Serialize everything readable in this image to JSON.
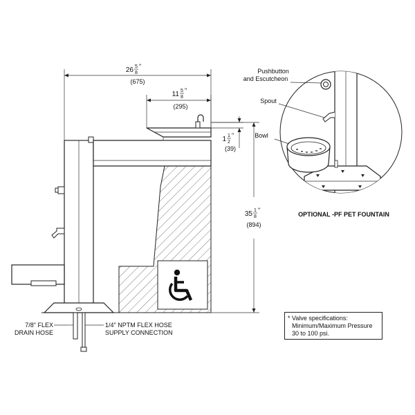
{
  "dimensions": {
    "overall_width": {
      "whole": "26",
      "num": "5",
      "den": "8",
      "unit": "\"",
      "metric": "(675)"
    },
    "bowl_width": {
      "whole": "11",
      "num": "5",
      "den": "8",
      "unit": "\"",
      "metric": "(295)"
    },
    "bowl_height": {
      "whole": "1",
      "num": "1",
      "den": "2",
      "unit": "\"",
      "metric": "(39)"
    },
    "overall_height": {
      "whole": "35",
      "num": "1",
      "den": "8",
      "unit": "\"",
      "metric": "(894)"
    }
  },
  "callouts": {
    "drain_hose": [
      "7/8\" FLEX",
      "DRAIN HOSE"
    ],
    "supply": [
      "1/4\" NPTM FLEX HOSE",
      "SUPPLY CONNECTION"
    ]
  },
  "detail": {
    "pushbutton": [
      "Pushbutton",
      "and Escutcheon"
    ],
    "spout": "Spout",
    "bowl": "Bowl",
    "title": "OPTIONAL -PF PET FOUNTAIN"
  },
  "note": {
    "lines": [
      "* Valve specifications:",
      "Minimum/Maximum Pressure",
      "30 to 100 psi."
    ]
  },
  "icons": {
    "accessibility": "wheelchair-icon"
  }
}
